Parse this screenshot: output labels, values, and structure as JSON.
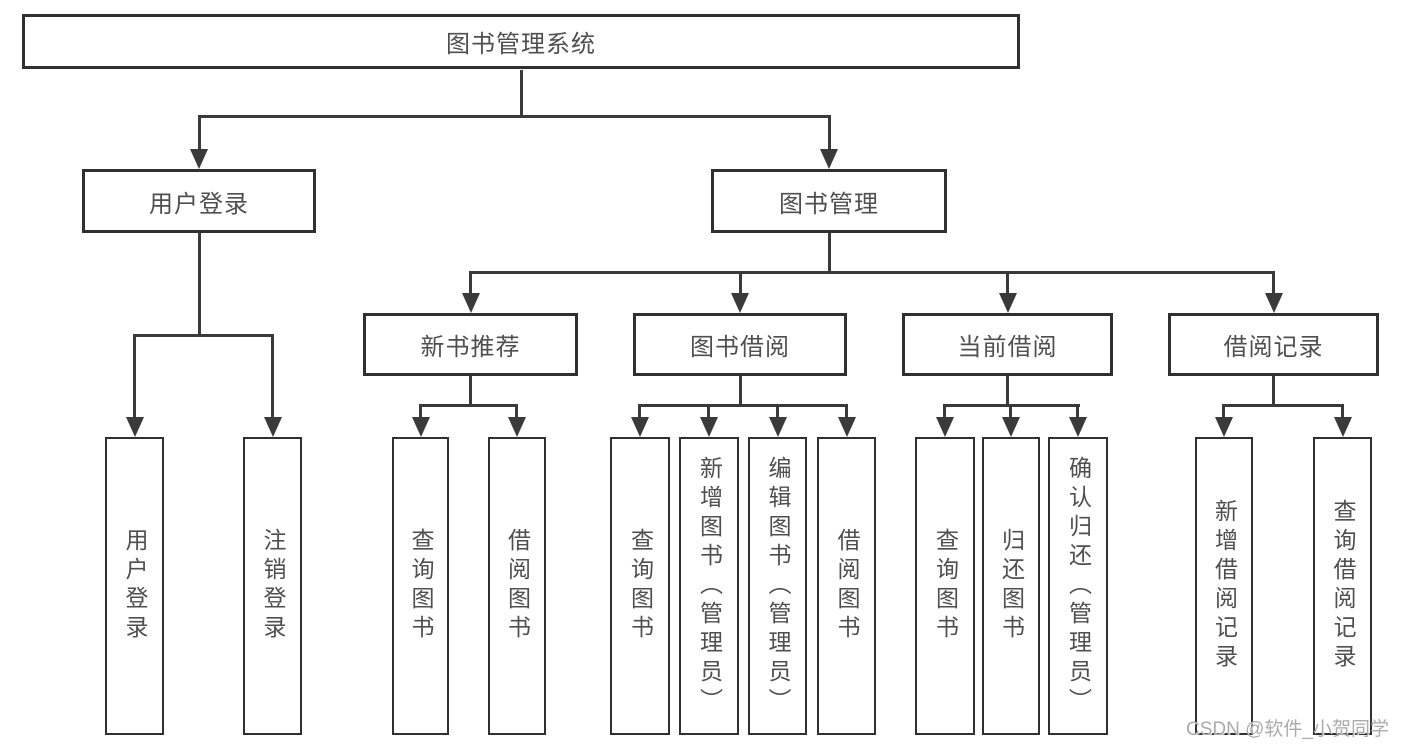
{
  "tree": {
    "root": {
      "label": "图书管理系统"
    },
    "branches": [
      {
        "label": "用户登录",
        "children": [
          {
            "label": "用户登录"
          },
          {
            "label": "注销登录"
          }
        ]
      },
      {
        "label": "图书管理",
        "children": [
          {
            "label": "新书推荐",
            "children": [
              {
                "label": "查询图书"
              },
              {
                "label": "借阅图书"
              }
            ]
          },
          {
            "label": "图书借阅",
            "children": [
              {
                "label": "查询图书"
              },
              {
                "label": "新增图书（管理员）"
              },
              {
                "label": "编辑图书（管理员）"
              },
              {
                "label": "借阅图书"
              }
            ]
          },
          {
            "label": "当前借阅",
            "children": [
              {
                "label": "查询图书"
              },
              {
                "label": "归还图书"
              },
              {
                "label": "确认归还（管理员）"
              }
            ]
          },
          {
            "label": "借阅记录",
            "children": [
              {
                "label": "新增借阅记录"
              },
              {
                "label": "查询借阅记录"
              }
            ]
          }
        ]
      }
    ]
  },
  "watermark": "CSDN @软件_小贺同学",
  "colors": {
    "line": "#3a3a3a",
    "border": "#303030",
    "text": "#4f4f4f",
    "bg": "#ffffff",
    "watermark": "#ababab"
  }
}
